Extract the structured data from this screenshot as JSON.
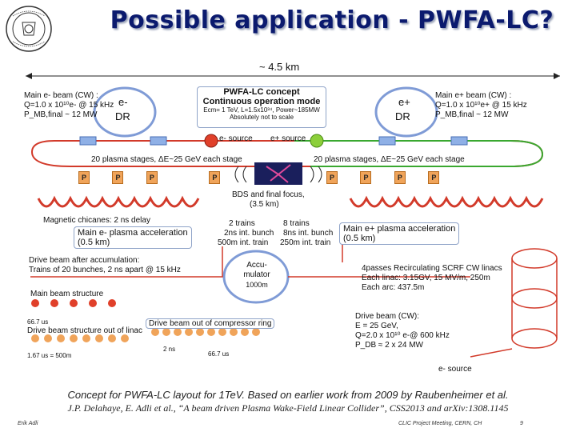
{
  "slide": {
    "title": "Possible application - PWFA-LC?",
    "caption": "Concept for PWFA-LC layout for 1TeV. Based on earlier work from 2009 by Raubenheimer et al.",
    "reference": "J.P. Delahaye, E. Adli et al., “A beam driven Plasma Wake-Field Linear Collider”, CSS2013 and arXiv:1308.1145",
    "footer_left": "Erik Adli",
    "footer_center": "CLIC Project Meeting, CERN, CH",
    "footer_right": "9"
  },
  "diagram": {
    "length": "~ 4.5 km",
    "concept_title_1": "PWFA-LC concept",
    "concept_title_2": "Continuous operation mode",
    "concept_params": "Ecm= 1 TeV, L=1.5x10³⁴, Power~185MW",
    "concept_scale": "Absolutely not to scale",
    "left_dr_1": "e-",
    "left_dr_2": "DR",
    "right_dr_1": "e+",
    "right_dr_2": "DR",
    "left_main_beam_1": "Main e- beam (CW) :",
    "left_main_beam_2": "Q=1.0 x 10¹⁰e- @ 15 kHz",
    "left_main_beam_3": "P_MB,final ~ 12 MW",
    "right_main_beam_1": "Main e+ beam (CW) :",
    "right_main_beam_2": "Q=1.0 x 10¹⁰e+ @ 15 kHz",
    "right_main_beam_3": "P_MB,final ~ 12 MW",
    "e_minus_source": "e- source",
    "e_plus_source": "e+ source",
    "left_stages": "20 plasma stages, ΔE~25 GeV each stage",
    "right_stages": "20 plasma stages, ΔE~25 GeV each stage",
    "plasma_marker": "P",
    "bds_1": "BDS and final focus,",
    "bds_2": "(3.5 km)",
    "chicanes": "Magnetic chicanes: 2 ns delay",
    "left_accel_1": "Main e- plasma acceleration",
    "left_accel_2": "(0.5 km)",
    "right_accel_1": "Main e+ plasma acceleration",
    "right_accel_2": "(0.5 km)",
    "trains_left_1": "2 trains",
    "trains_left_2": "2ns int. bunch",
    "trains_left_3": "500m int. train",
    "trains_right_1": "8 trains",
    "trains_right_2": "8ns int. bunch",
    "trains_right_3": "250m int. train",
    "accumulator_1": "Accu-",
    "accumulator_2": "mulator",
    "accumulator_3": "1000m",
    "drive_accum_1": "Drive beam after accumulation:",
    "drive_accum_2": "Trains of 20 bunches, 2 ns apart @ 15 kHz",
    "linac_1": "4passes Recirculating SCRF CW linacs",
    "linac_2": "Each linac: 3.15GV, 15 MV/m, 250m",
    "linac_3": "Each arc: 437.5m",
    "main_structure": "Main beam structure",
    "t_66": "66.7 us",
    "drive_out_linac": "Drive beam structure out of linac",
    "t_1": "1.67 us = 500m",
    "drive_out_compressor": "Drive beam out of compressor ring",
    "t_2ns": "2 ns",
    "t_66b": "66.7 us",
    "drive_beam_1": "Drive beam (CW):",
    "drive_beam_2": "E = 25 GeV,",
    "drive_beam_3": "Q=2.0 x 10¹⁰ e-@ 600 kHz",
    "drive_beam_4": "P_DB ≈ 2 x 24 MW",
    "e_source_bottom": "e- source"
  },
  "colors": {
    "title": "#0b1a6e",
    "beamline": "#d23a2a",
    "green_line": "#3aa830",
    "ring_blue": "#6b8fd0",
    "plasma_orange": "#f0a45a",
    "green_dot": "#8ccf3a",
    "red_dot": "#e0402a"
  }
}
